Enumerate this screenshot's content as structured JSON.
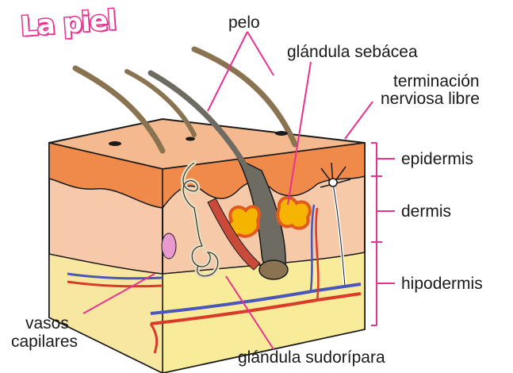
{
  "title": "La piel",
  "labels": {
    "pelo": "pelo",
    "glandula_sebacea": "glándula sebácea",
    "terminacion_line1": "terminación",
    "terminacion_line2": "nerviosa libre",
    "epidermis": "epidermis",
    "dermis": "dermis",
    "hipodermis": "hipodermis",
    "vasos_line1": "vasos",
    "vasos_line2": "capilares",
    "glandula_sudoripara": "glándula sudorípara"
  },
  "colors": {
    "leader": "#e8328f",
    "epidermis": "#f08a4a",
    "dermis": "#f6c9a8",
    "hipodermis": "#f8ec9a",
    "hair": "#8a7350",
    "artery": "#d93a2a",
    "vein": "#4a56b8"
  }
}
